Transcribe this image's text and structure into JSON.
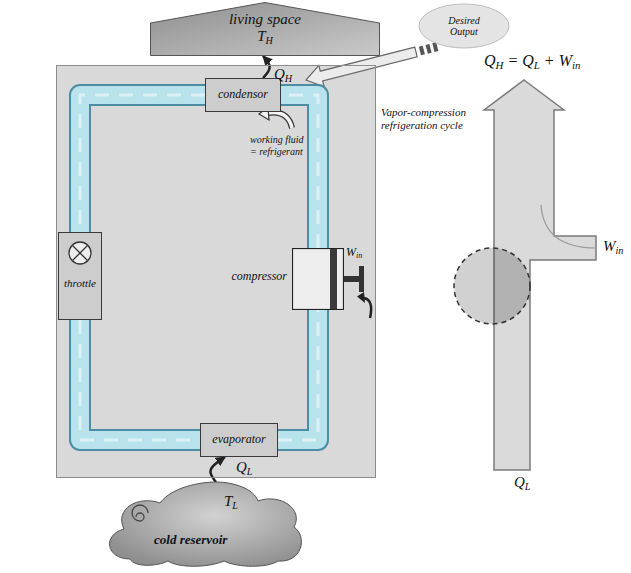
{
  "diagram": {
    "nodes": [
      {
        "text": [
          "living space",
          "TH"
        ]
      },
      {
        "text": [
          "Desired Output"
        ]
      },
      {
        "text": [
          "Vapor-compression refrigeration cycle"
        ]
      },
      {
        "text": [
          "condensor"
        ],
        "in": 2
      },
      {
        "text": [
          "throttle"
        ],
        "in": 2
      },
      {
        "text": [
          "compressor"
        ],
        "in": 2
      },
      {
        "text": [
          "evaporator"
        ],
        "in": 2
      },
      {
        "text": [
          "TL",
          "cold reservoir"
        ]
      }
    ],
    "edges": [
      {
        "from": 5,
        "to": 3,
        "arrow": "none"
      },
      {
        "from": 3,
        "to": 4,
        "arrow": "none"
      },
      {
        "from": 4,
        "to": 6,
        "arrow": "none"
      },
      {
        "from": 6,
        "to": 5,
        "arrow": "none"
      },
      {
        "from": 3,
        "to": 0,
        "label": "QH",
        "arrow": "to"
      },
      {
        "from": 7,
        "to": 6,
        "label": "QL",
        "arrow": "to"
      }
    ],
    "labels": [
      "working fluid = refrigerant",
      "Win",
      "QH = QL + Win",
      "Win",
      "QL"
    ]
  }
}
